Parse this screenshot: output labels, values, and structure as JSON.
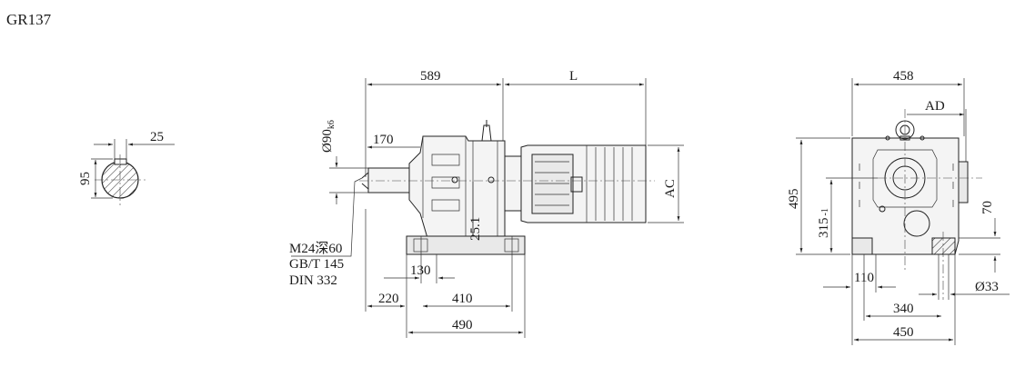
{
  "title": "GR137",
  "shaft_end": {
    "key_width": "25",
    "shaft_height": "95"
  },
  "side_view": {
    "dim_589": "589",
    "dim_L": "L",
    "dim_shaft_dia": "Ø90",
    "dim_shaft_dia_tol": "k6",
    "dim_170": "170",
    "dim_AC": "AC",
    "dim_25_1": "25.1",
    "thread_line1": "M24深60",
    "thread_line2": "GB/T 145",
    "thread_line3": "DIN 332",
    "dim_130": "130",
    "dim_220": "220",
    "dim_410": "410",
    "dim_490": "490"
  },
  "end_view": {
    "dim_458": "458",
    "dim_AD": "AD",
    "dim_495": "495",
    "dim_315": "315",
    "dim_315_tol": "-1",
    "dim_70": "70",
    "dim_110": "110",
    "dim_33": "Ø33",
    "dim_340": "340",
    "dim_450": "450"
  }
}
